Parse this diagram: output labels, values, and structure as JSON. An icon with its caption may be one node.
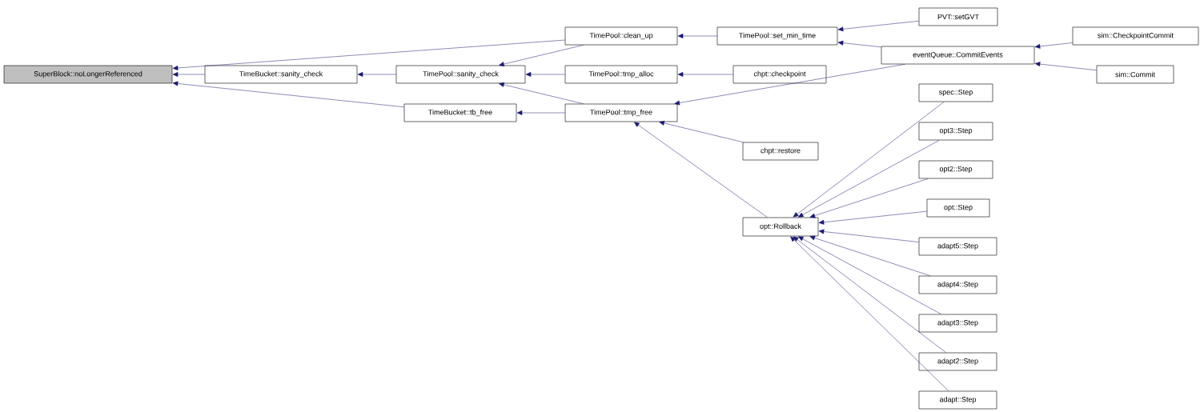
{
  "diagram": {
    "nodes": [
      {
        "text": [
          "SuperBlock::noLongerReferenced"
        ]
      },
      {
        "text": [
          "TimeBucket::sanity_check"
        ]
      },
      {
        "text": [
          "TimeBucket::tb_free"
        ]
      },
      {
        "text": [
          "TimePool::clean_up"
        ]
      },
      {
        "text": [
          "TimePool::sanity_check"
        ]
      },
      {
        "text": [
          "TimePool::tmp_alloc"
        ]
      },
      {
        "text": [
          "TimePool::tmp_free"
        ]
      },
      {
        "text": [
          "TimePool::set_min_time"
        ]
      },
      {
        "text": [
          "chpt::checkpoint"
        ]
      },
      {
        "text": [
          "chpt::restore"
        ]
      },
      {
        "text": [
          "opt::Rollback"
        ]
      },
      {
        "text": [
          "PVT::setGVT"
        ]
      },
      {
        "text": [
          "eventQueue::CommitEvents"
        ]
      },
      {
        "text": [
          "sim::CheckpointCommit"
        ]
      },
      {
        "text": [
          "sim::Commit"
        ]
      },
      {
        "text": [
          "spec::Step"
        ]
      },
      {
        "text": [
          "opt3::Step"
        ]
      },
      {
        "text": [
          "opt2::Step"
        ]
      },
      {
        "text": [
          "opt::Step"
        ]
      },
      {
        "text": [
          "adapt5::Step"
        ]
      },
      {
        "text": [
          "adapt4::Step"
        ]
      },
      {
        "text": [
          "adapt3::Step"
        ]
      },
      {
        "text": [
          "adapt2::Step"
        ]
      },
      {
        "text": [
          "adapt::Step"
        ]
      }
    ],
    "edges": [
      {
        "from": 1,
        "to": 0,
        "arrow": "to"
      },
      {
        "from": 3,
        "to": 0,
        "arrow": "to"
      },
      {
        "from": 2,
        "to": 0,
        "arrow": "to"
      },
      {
        "from": 4,
        "to": 1,
        "arrow": "to"
      },
      {
        "from": 6,
        "to": 2,
        "arrow": "to"
      },
      {
        "from": 7,
        "to": 3,
        "arrow": "to"
      },
      {
        "from": 3,
        "to": 4,
        "arrow": "to"
      },
      {
        "from": 5,
        "to": 4,
        "arrow": "to"
      },
      {
        "from": 6,
        "to": 4,
        "arrow": "to"
      },
      {
        "from": 8,
        "to": 5,
        "arrow": "to"
      },
      {
        "from": 9,
        "to": 6,
        "arrow": "to"
      },
      {
        "from": 10,
        "to": 6,
        "arrow": "to"
      },
      {
        "from": 12,
        "to": 6,
        "arrow": "to"
      },
      {
        "from": 11,
        "to": 7,
        "arrow": "to"
      },
      {
        "from": 12,
        "to": 7,
        "arrow": "to"
      },
      {
        "from": 13,
        "to": 12,
        "arrow": "to"
      },
      {
        "from": 14,
        "to": 12,
        "arrow": "to"
      },
      {
        "from": 15,
        "to": 10,
        "arrow": "to"
      },
      {
        "from": 16,
        "to": 10,
        "arrow": "to"
      },
      {
        "from": 17,
        "to": 10,
        "arrow": "to"
      },
      {
        "from": 18,
        "to": 10,
        "arrow": "to"
      },
      {
        "from": 19,
        "to": 10,
        "arrow": "to"
      },
      {
        "from": 20,
        "to": 10,
        "arrow": "to"
      },
      {
        "from": 21,
        "to": 10,
        "arrow": "to"
      },
      {
        "from": 22,
        "to": 10,
        "arrow": "to"
      },
      {
        "from": 23,
        "to": 10,
        "arrow": "to"
      }
    ]
  }
}
